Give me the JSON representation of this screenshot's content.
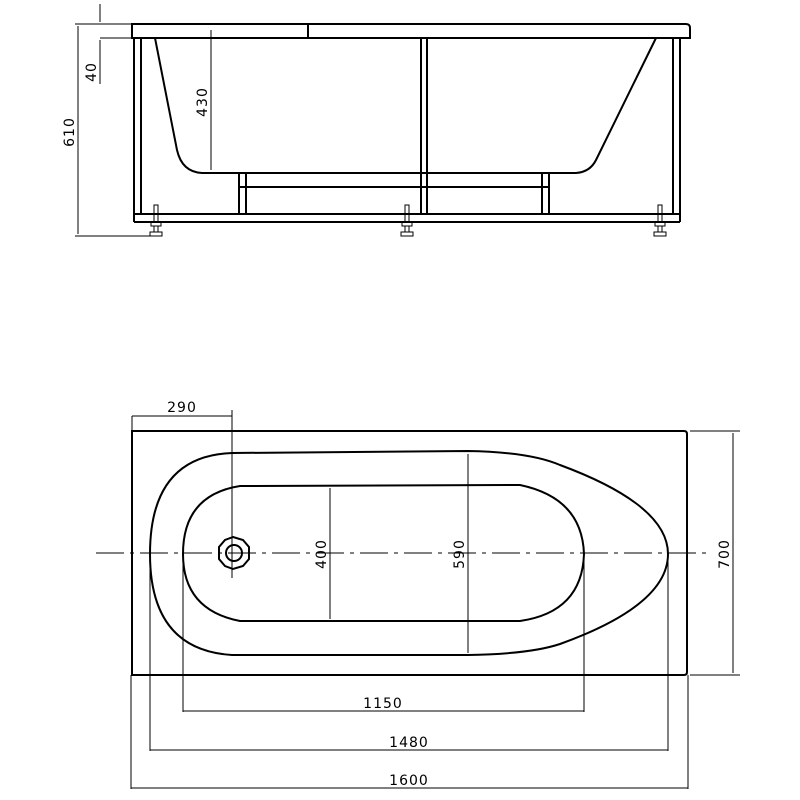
{
  "drawing": {
    "title": "Bathtub technical drawing",
    "views": [
      "side-elevation",
      "top-plan"
    ],
    "line_color": "#000000",
    "background": "#ffffff"
  },
  "elevation": {
    "dimensions": {
      "total_height": "610",
      "rim_thickness": "40",
      "inner_depth": "430"
    }
  },
  "plan": {
    "dimensions": {
      "drain_offset": "290",
      "inner_bowl_width": "400",
      "outer_bowl_width": "590",
      "overall_width": "700",
      "inner_bowl_length": "1150",
      "outer_bowl_length": "1480",
      "overall_length": "1600"
    }
  }
}
